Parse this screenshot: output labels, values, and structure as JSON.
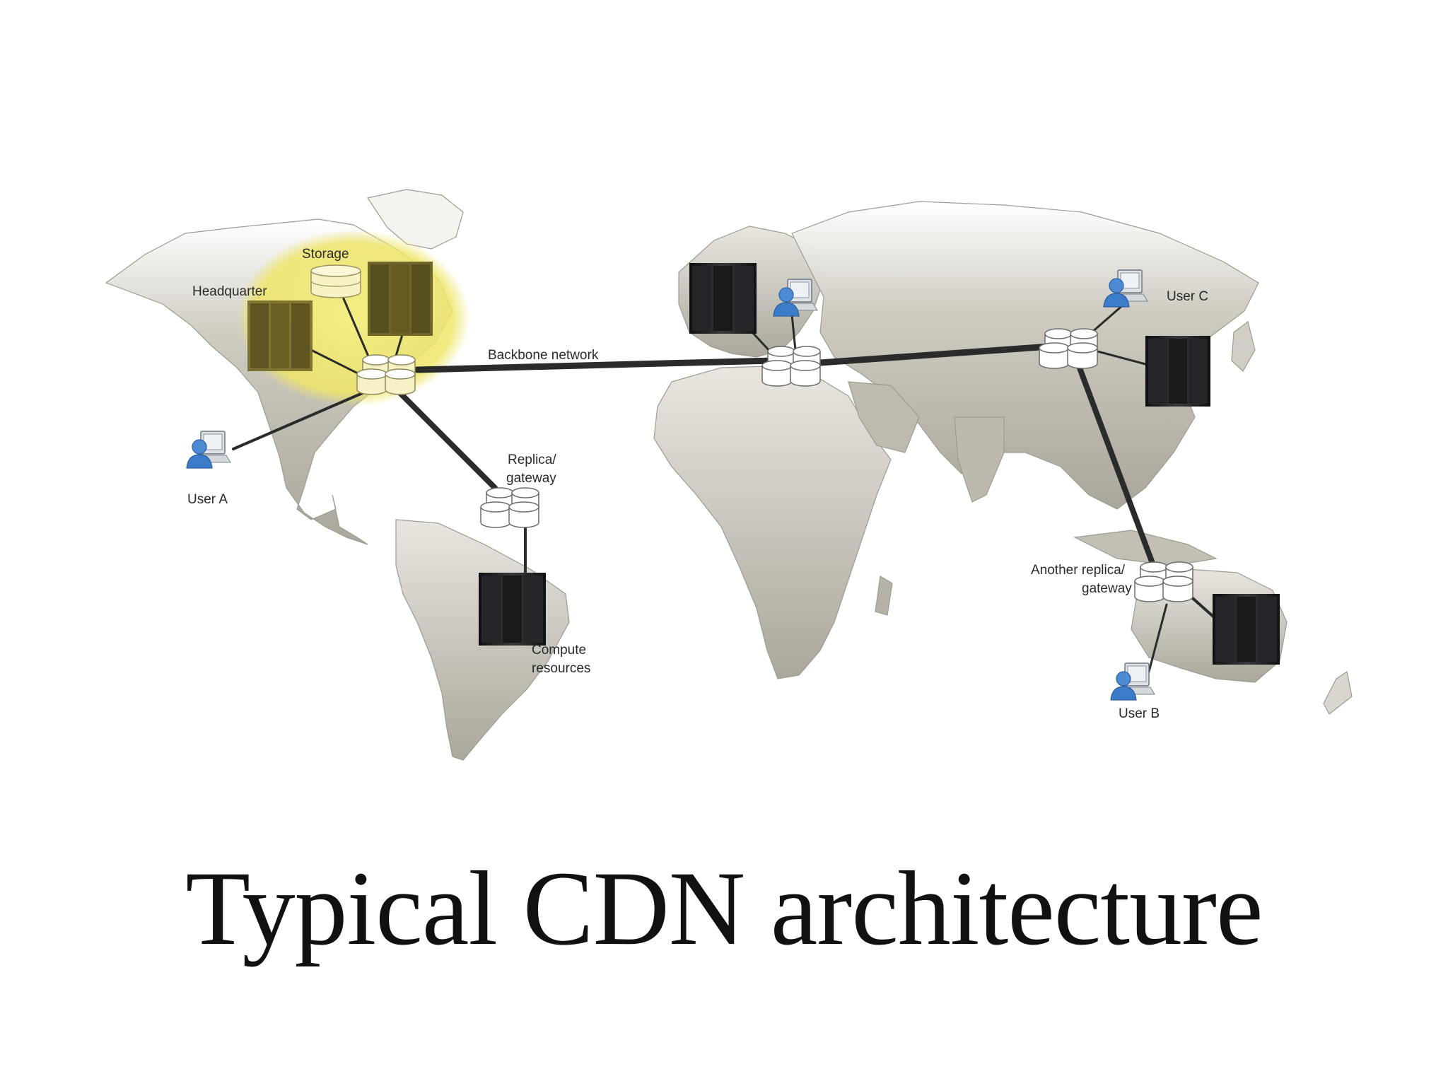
{
  "slide": {
    "title": "Typical CDN architecture"
  },
  "diagram": {
    "labels": {
      "storage": "Storage",
      "headquarter": "Headquarter",
      "backbone": "Backbone network",
      "user_a": "User A",
      "user_b": "User B",
      "user_c": "User C",
      "replica_line1": "Replica/",
      "replica_line2": "gateway",
      "another_line1": "Another replica/",
      "another_line2": "gateway",
      "compute_line1": "Compute",
      "compute_line2": "resources"
    },
    "icons": {
      "server": "server-rack-icon",
      "database": "database-cylinder-icon",
      "user": "user-workstation-icon"
    },
    "colors": {
      "land": "#b9b6ab",
      "land_edge": "#9a978d",
      "highlight": "#f3ec6e",
      "link": "#2b2b2b",
      "user_blue": "#3d7cc9",
      "server_dark": "#1d1d1f"
    }
  }
}
